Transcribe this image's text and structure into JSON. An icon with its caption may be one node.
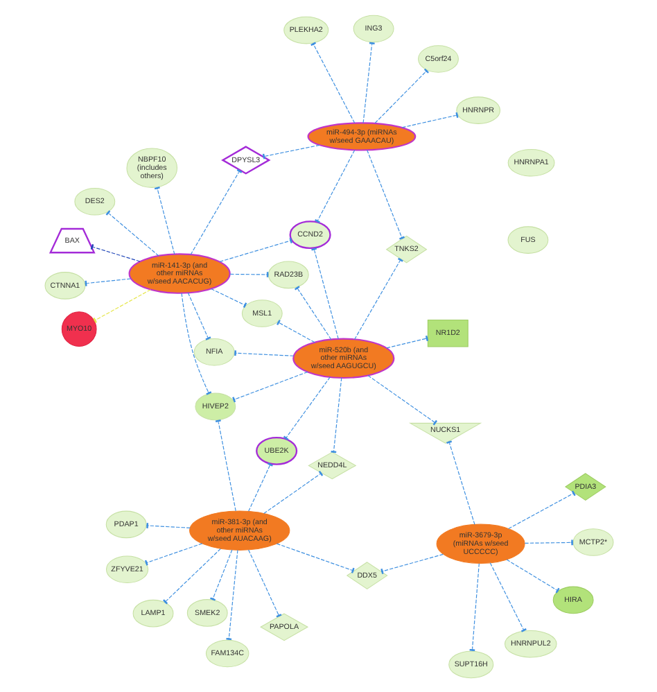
{
  "diagram": {
    "nodes": [
      {
        "text": [
          "NUCKS1"
        ]
      },
      {
        "text": [
          "RAD23B"
        ]
      },
      {
        "text": [
          "TNKS2"
        ]
      },
      {
        "text": [
          "DES2"
        ]
      },
      {
        "text": [
          "DPYSL3"
        ]
      },
      {
        "text": [
          "NFIA"
        ]
      },
      {
        "text": [
          "HIVEP2"
        ]
      },
      {
        "text": [
          "NBPF10 (includes others)"
        ]
      },
      {
        "text": [
          "LAMP1"
        ]
      },
      {
        "text": [
          "MSL1"
        ]
      },
      {
        "text": [
          "MYO10"
        ]
      },
      {
        "text": [
          "CTNNA1"
        ]
      },
      {
        "text": [
          "NEDD4L"
        ]
      },
      {
        "text": [
          "CCND2"
        ]
      },
      {
        "text": [
          "miR-520b (and other miRNAs w/seed AAGUGCU)"
        ]
      },
      {
        "text": [
          "NR1D2"
        ]
      },
      {
        "text": [
          "miR-3679-3p (miRNAs w/seed UCCCCC)"
        ]
      },
      {
        "text": [
          "BAX"
        ]
      },
      {
        "text": [
          "miR-141-3p (and other miRNAs w/seed AACACUG)"
        ]
      },
      {
        "text": [
          "SUPT16H"
        ]
      },
      {
        "text": [
          "miR-381-3p (and other miRNAs w/seed AUACAAG)"
        ]
      },
      {
        "text": [
          "PLEKHA2"
        ]
      },
      {
        "text": [
          "miR-494-3p (miRNAs w/seed GAAACAU)"
        ]
      },
      {
        "text": [
          "DDX5"
        ]
      },
      {
        "text": [
          "ING3"
        ]
      },
      {
        "text": [
          "HIRA"
        ]
      },
      {
        "text": [
          "C5orf24"
        ]
      },
      {
        "text": [
          "HNRNPUL2"
        ]
      },
      {
        "text": [
          "ZFYVE21"
        ]
      },
      {
        "text": [
          "MCTP2*"
        ]
      },
      {
        "text": [
          "SMEK2"
        ]
      },
      {
        "text": [
          "PDIA3"
        ]
      },
      {
        "text": [
          "PDAP1"
        ]
      },
      {
        "text": [
          "UBE2K"
        ]
      },
      {
        "text": [
          "PAPOLA"
        ]
      },
      {
        "text": [
          "HNRNPR"
        ]
      },
      {
        "text": [
          "FAM134C"
        ]
      },
      {
        "text": [
          "FUS"
        ]
      },
      {
        "text": [
          "HNRNPA1"
        ]
      }
    ],
    "edges": [
      {
        "from": 14,
        "to": 0,
        "arrow": "other",
        "style": "dashed"
      },
      {
        "from": 16,
        "to": 0,
        "arrow": "other",
        "style": "dashed"
      },
      {
        "from": 14,
        "to": 1,
        "arrow": "other",
        "style": "dashed"
      },
      {
        "from": 18,
        "to": 1,
        "arrow": "other",
        "style": "dashed"
      },
      {
        "from": 14,
        "to": 2,
        "arrow": "other",
        "style": "dashed"
      },
      {
        "from": 22,
        "to": 2,
        "arrow": "other",
        "style": "dashed"
      },
      {
        "from": 18,
        "to": 3,
        "arrow": "other",
        "style": "dashed"
      },
      {
        "from": 18,
        "to": 4,
        "arrow": "other",
        "style": "dashed"
      },
      {
        "from": 22,
        "to": 4,
        "arrow": "other",
        "style": "dashed"
      },
      {
        "from": 14,
        "to": 5,
        "arrow": "other",
        "style": "dashed"
      },
      {
        "from": 18,
        "to": 5,
        "arrow": "other",
        "style": "dashed"
      },
      {
        "from": 14,
        "to": 6,
        "arrow": "other",
        "style": "dashed"
      },
      {
        "from": 18,
        "to": 6,
        "arrow": "other",
        "style": "dashed"
      },
      {
        "from": 20,
        "to": 6,
        "arrow": "other",
        "style": "dashed"
      },
      {
        "from": 18,
        "to": 7,
        "arrow": "other",
        "style": "dashed"
      },
      {
        "from": 20,
        "to": 8,
        "arrow": "other",
        "style": "dashed"
      },
      {
        "from": 14,
        "to": 9,
        "arrow": "other",
        "style": "dashed"
      },
      {
        "from": 18,
        "to": 9,
        "arrow": "other",
        "style": "dashed"
      },
      {
        "from": 18,
        "to": 10,
        "arrow": "other",
        "style": "dashed",
        "color": "#e6e64a"
      },
      {
        "from": 18,
        "to": 11,
        "arrow": "other",
        "style": "dashed"
      },
      {
        "from": 14,
        "to": 12,
        "arrow": "other",
        "style": "dashed"
      },
      {
        "from": 20,
        "to": 12,
        "arrow": "other",
        "style": "dashed"
      },
      {
        "from": 14,
        "to": 13,
        "arrow": "other",
        "style": "dashed"
      },
      {
        "from": 18,
        "to": 13,
        "arrow": "other",
        "style": "dashed"
      },
      {
        "from": 22,
        "to": 13,
        "arrow": "other",
        "style": "dashed"
      },
      {
        "from": 14,
        "to": 15,
        "arrow": "other",
        "style": "dashed"
      },
      {
        "from": 18,
        "to": 17,
        "arrow": "other",
        "style": "dashed",
        "color": "#1f45b8"
      },
      {
        "from": 16,
        "to": 19,
        "arrow": "other",
        "style": "dashed"
      },
      {
        "from": 22,
        "to": 21,
        "arrow": "other",
        "style": "dashed"
      },
      {
        "from": 16,
        "to": 23,
        "arrow": "other",
        "style": "dashed"
      },
      {
        "from": 20,
        "to": 23,
        "arrow": "other",
        "style": "dashed"
      },
      {
        "from": 22,
        "to": 24,
        "arrow": "other",
        "style": "dashed"
      },
      {
        "from": 16,
        "to": 25,
        "arrow": "other",
        "style": "dashed"
      },
      {
        "from": 22,
        "to": 26,
        "arrow": "other",
        "style": "dashed"
      },
      {
        "from": 16,
        "to": 27,
        "arrow": "other",
        "style": "dashed"
      },
      {
        "from": 20,
        "to": 28,
        "arrow": "other",
        "style": "dashed"
      },
      {
        "from": 16,
        "to": 29,
        "arrow": "other",
        "style": "dashed"
      },
      {
        "from": 20,
        "to": 30,
        "arrow": "other",
        "style": "dashed"
      },
      {
        "from": 16,
        "to": 31,
        "arrow": "other",
        "style": "dashed"
      },
      {
        "from": 20,
        "to": 32,
        "arrow": "other",
        "style": "dashed"
      },
      {
        "from": 14,
        "to": 33,
        "arrow": "other",
        "style": "dashed"
      },
      {
        "from": 20,
        "to": 33,
        "arrow": "other",
        "style": "dashed"
      },
      {
        "from": 20,
        "to": 34,
        "arrow": "other",
        "style": "dashed"
      },
      {
        "from": 22,
        "to": 35,
        "arrow": "other",
        "style": "dashed"
      },
      {
        "from": 20,
        "to": 36,
        "arrow": "other",
        "style": "dashed"
      }
    ]
  }
}
